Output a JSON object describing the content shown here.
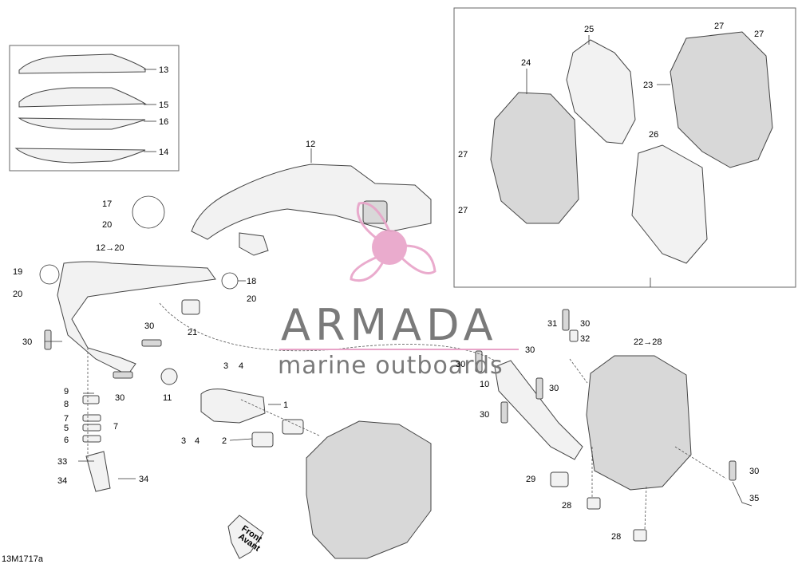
{
  "diagram_code": "13M1717a",
  "brand": {
    "name": "ARMADA",
    "tagline": "marine outboards",
    "accent": "#e8a3c8",
    "text_color": "#7a7a7a"
  },
  "direction": {
    "line1": "Front",
    "line2": "Avant"
  },
  "callouts": {
    "c13": "13",
    "c15": "15",
    "c16": "16",
    "c14": "14",
    "c12": "12",
    "c17": "17",
    "c20a": "20",
    "c12to20": "12→20",
    "c19": "19",
    "c20b": "20",
    "c18": "18",
    "c20c": "20",
    "c21": "21",
    "c30a": "30",
    "c30b": "30",
    "c30c": "30",
    "c11": "11",
    "c3a": "3",
    "c4a": "4",
    "c1": "1",
    "c2": "2",
    "c3b": "3",
    "c4b": "4",
    "c9": "9",
    "c8": "8",
    "c7a": "7",
    "c5": "5",
    "c7b": "7",
    "c6": "6",
    "c33": "33",
    "c34a": "34",
    "c34b": "34",
    "c25": "25",
    "c24": "24",
    "c23": "23",
    "c27a": "27",
    "c27b": "27",
    "c27c": "27",
    "c27d": "27",
    "c26": "26",
    "c31": "31",
    "c30d": "30",
    "c32": "32",
    "c22to28": "22→28",
    "c30e": "30",
    "c30f": "30",
    "c10": "10",
    "c30g": "30",
    "c30h": "30",
    "c29": "29",
    "c30i": "30",
    "c35": "35",
    "c28a": "28",
    "c28b": "28"
  }
}
